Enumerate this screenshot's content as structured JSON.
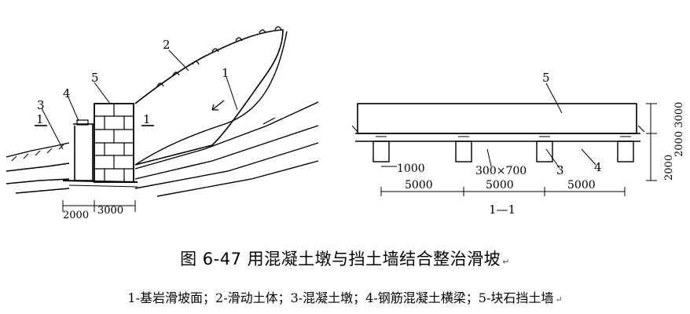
{
  "left_drawing": {
    "labels": {
      "one": "1",
      "two": "2",
      "three": "3",
      "four": "4",
      "five": "5"
    },
    "section_mark_left": "1",
    "section_mark_right": "1",
    "dim_a": "2000",
    "dim_b": "3000"
  },
  "right_drawing": {
    "label_five": "5",
    "label_three": "3",
    "label_four": "4",
    "dim_1000": "1000",
    "beam_size": "300×700",
    "span_1": "5000",
    "span_2": "5000",
    "span_3": "5000",
    "height_low": "2000",
    "height_high": "2000 3000",
    "section_name": "1—1"
  },
  "caption": {
    "title": "图 6-47  用混凝土墩与挡土墙结合整治滑坡",
    "legend": "1-基岩滑坡面；2-滑动土体；3-混凝土墩；4-钢筋混凝土横梁；5-块石挡土墙",
    "return_mark": "↵"
  }
}
